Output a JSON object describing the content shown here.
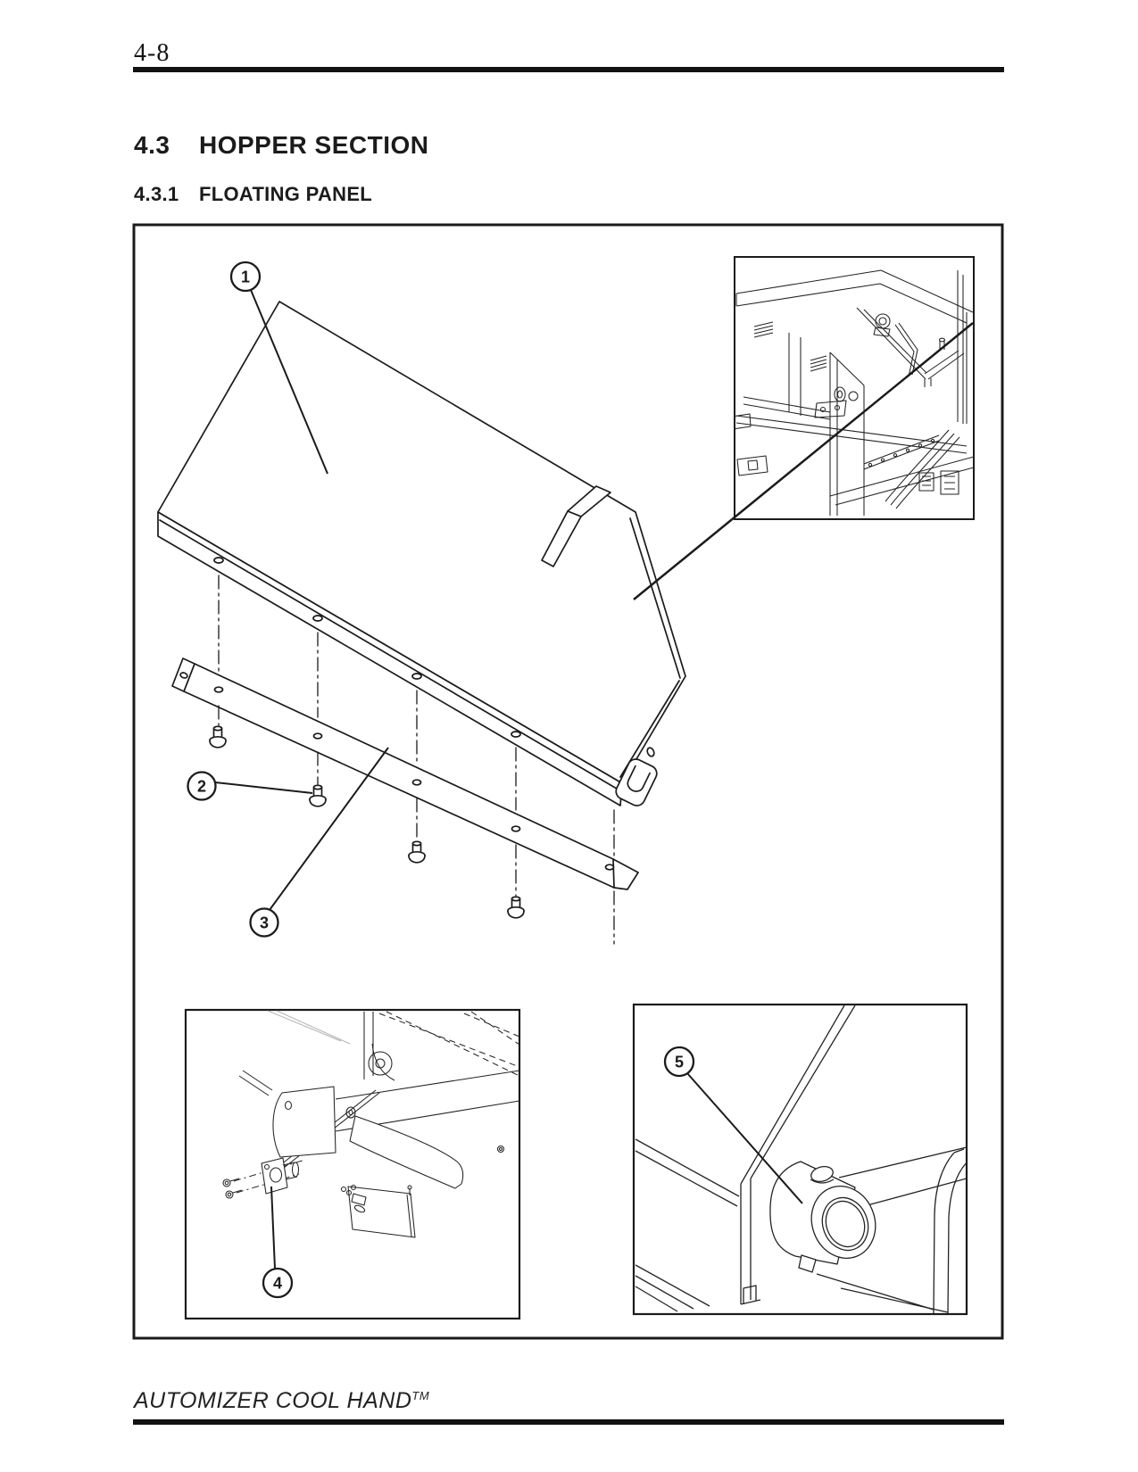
{
  "page": {
    "page_number": "4-8",
    "section": {
      "number": "4.3",
      "title": "HOPPER SECTION"
    },
    "subsection": {
      "number": "4.3.1",
      "title": "FLOATING PANEL"
    },
    "footer": {
      "brand": "AUTOMIZER COOL HAND",
      "trademark": "TM"
    }
  },
  "figure": {
    "type": "exploded-parts-line-drawing",
    "callouts": [
      {
        "label": "1"
      },
      {
        "label": "2"
      },
      {
        "label": "3"
      },
      {
        "label": "4"
      },
      {
        "label": "5"
      }
    ]
  }
}
